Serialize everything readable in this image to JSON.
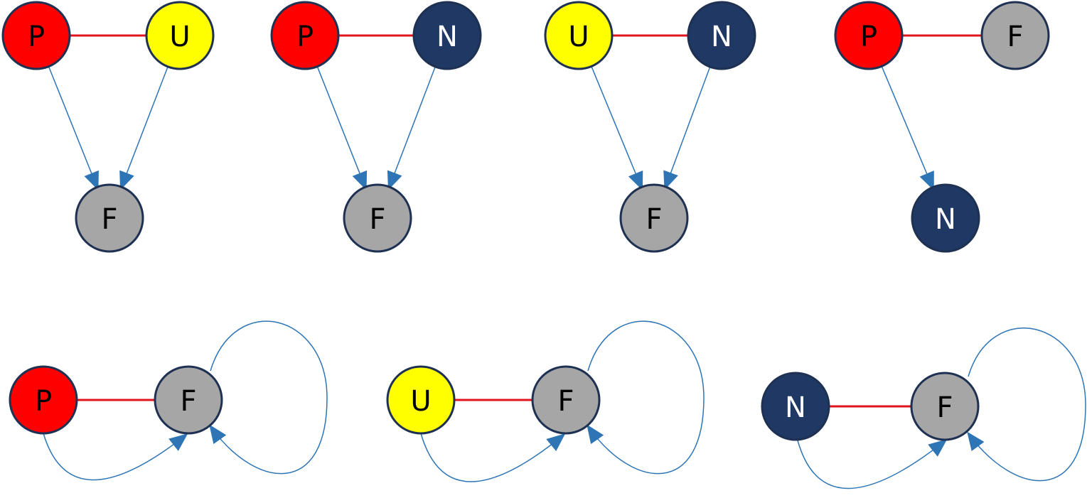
{
  "colors": {
    "red_node": "#ff0000",
    "yellow_node": "#ffff00",
    "navy_node": "#1f3864",
    "gray_node": "#a6a6a6",
    "node_border": "#1f3152",
    "undirected_edge": "#e0141c",
    "directed_edge": "#2e75b6",
    "dark_label": "#000000",
    "light_label": "#ffffff"
  },
  "diagrams": [
    {
      "nodes": [
        {
          "label": "P",
          "fill": "red_node"
        },
        {
          "label": "U",
          "fill": "yellow_node"
        },
        {
          "label": "F",
          "fill": "gray_node"
        }
      ],
      "undirected": [
        [
          0,
          1
        ]
      ],
      "directed": [
        [
          0,
          2
        ],
        [
          1,
          2
        ]
      ],
      "self_loops": []
    },
    {
      "nodes": [
        {
          "label": "P",
          "fill": "red_node"
        },
        {
          "label": "N",
          "fill": "navy_node"
        },
        {
          "label": "F",
          "fill": "gray_node"
        }
      ],
      "undirected": [
        [
          0,
          1
        ]
      ],
      "directed": [
        [
          0,
          2
        ],
        [
          1,
          2
        ]
      ],
      "self_loops": []
    },
    {
      "nodes": [
        {
          "label": "U",
          "fill": "yellow_node"
        },
        {
          "label": "N",
          "fill": "navy_node"
        },
        {
          "label": "F",
          "fill": "gray_node"
        }
      ],
      "undirected": [
        [
          0,
          1
        ]
      ],
      "directed": [
        [
          0,
          2
        ],
        [
          1,
          2
        ]
      ],
      "self_loops": []
    },
    {
      "nodes": [
        {
          "label": "P",
          "fill": "red_node"
        },
        {
          "label": "F",
          "fill": "gray_node"
        },
        {
          "label": "N",
          "fill": "navy_node"
        }
      ],
      "undirected": [
        [
          0,
          1
        ]
      ],
      "directed": [
        [
          0,
          2
        ]
      ],
      "self_loops": []
    },
    {
      "nodes": [
        {
          "label": "P",
          "fill": "red_node"
        },
        {
          "label": "F",
          "fill": "gray_node"
        }
      ],
      "undirected": [
        [
          0,
          1
        ]
      ],
      "directed": [
        [
          0,
          1
        ]
      ],
      "self_loops": [
        1
      ]
    },
    {
      "nodes": [
        {
          "label": "U",
          "fill": "yellow_node"
        },
        {
          "label": "F",
          "fill": "gray_node"
        }
      ],
      "undirected": [
        [
          0,
          1
        ]
      ],
      "directed": [
        [
          0,
          1
        ]
      ],
      "self_loops": [
        1
      ]
    },
    {
      "nodes": [
        {
          "label": "N",
          "fill": "navy_node"
        },
        {
          "label": "F",
          "fill": "gray_node"
        }
      ],
      "undirected": [
        [
          0,
          1
        ]
      ],
      "directed": [
        [
          0,
          1
        ]
      ],
      "self_loops": [
        1
      ]
    }
  ]
}
